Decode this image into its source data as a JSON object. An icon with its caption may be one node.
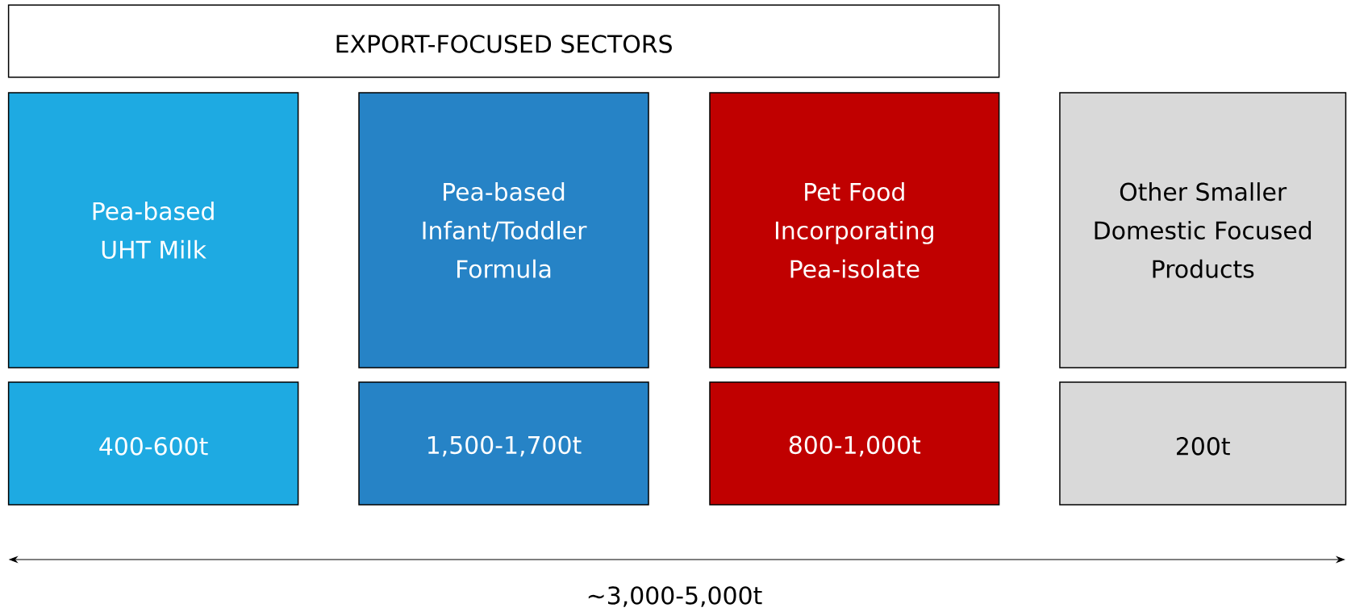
{
  "diagram": {
    "nodes": [
      {
        "text": [
          "EXPORT-FOCUSED SECTORS"
        ]
      },
      {
        "text": [
          "Pea-based UHT Milk"
        ]
      },
      {
        "text": [
          "Pea-based Infant/Toddler Formula"
        ]
      },
      {
        "text": [
          "Pet Food Incorporating Pea-isolate"
        ]
      },
      {
        "text": [
          "Other Smaller Domestic Focused Products"
        ]
      },
      {
        "text": [
          "400-600t"
        ]
      },
      {
        "text": [
          "1,500-1,700t"
        ]
      },
      {
        "text": [
          "800-1,000t"
        ]
      },
      {
        "text": [
          "200t"
        ]
      }
    ],
    "labels": [
      "~3,000-5,000t"
    ]
  }
}
